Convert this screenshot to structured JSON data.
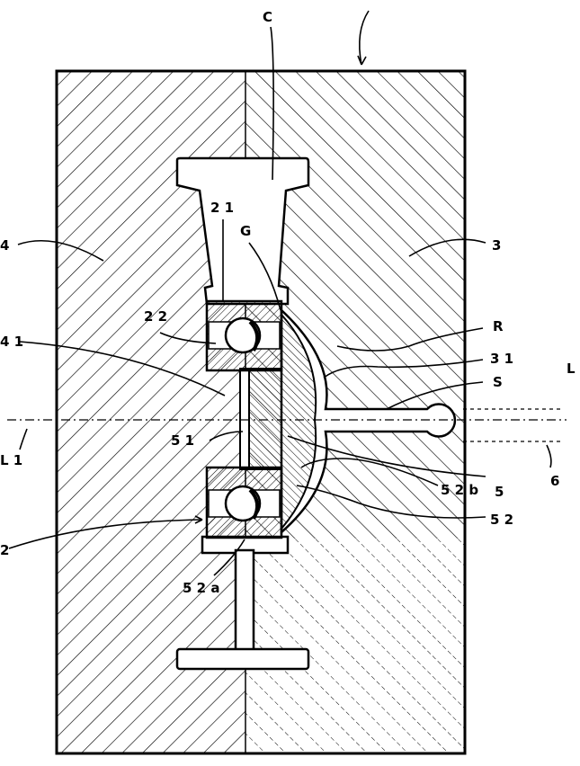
{
  "figure": {
    "labels": {
      "C": "C",
      "n21": "2 1",
      "G": "G",
      "n4": "4",
      "n3": "3",
      "n22": "2 2",
      "R": "R",
      "n41": "4 1",
      "n31": "3 1",
      "S": "S",
      "L": "L",
      "L1": "L 1",
      "n51": "5 1",
      "n5": "5",
      "n6": "6",
      "n52b": "5 2 b",
      "n52": "5 2",
      "n2": "2",
      "n52a": "5 2 a"
    }
  }
}
